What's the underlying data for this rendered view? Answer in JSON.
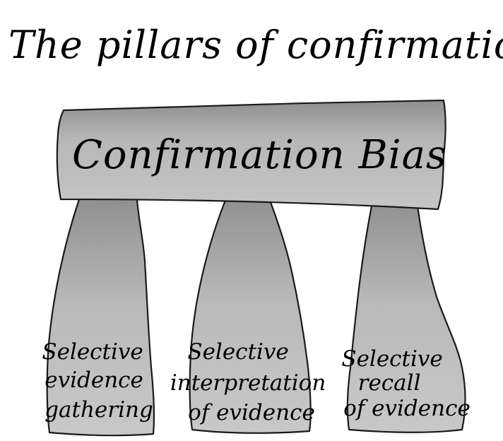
{
  "title": "The pillars of confirmation bias",
  "beam": {
    "label": "Confirmation Bias"
  },
  "pillars": [
    {
      "lines": [
        "Selective",
        "evidence",
        "gathering"
      ]
    },
    {
      "lines": [
        "Selective",
        "interpretation",
        "of evidence"
      ]
    },
    {
      "lines": [
        "Selective",
        "recall",
        "of evidence"
      ]
    }
  ],
  "colors": {
    "background": "#ffffff",
    "stroke": "#1a1a1a",
    "stone_dark": "#8a8a8a",
    "stone_light": "#c4c4c4",
    "text": "#000000"
  }
}
